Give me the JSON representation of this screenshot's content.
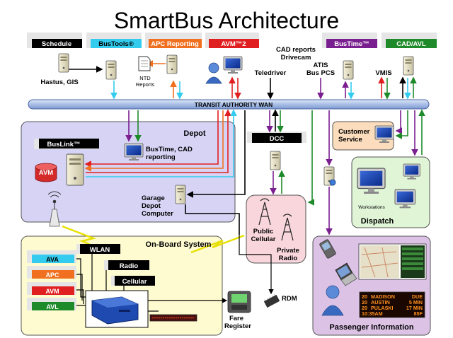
{
  "title": "SmartBus Architecture",
  "top_systems": [
    {
      "label": "Schedule",
      "color": "#000000",
      "text_color": "#ffffff"
    },
    {
      "label": "BusTools®",
      "color": "#33ccee",
      "text_color": "#000000"
    },
    {
      "label": "APC Reporting",
      "color": "#f07020",
      "text_color": "#ffffff"
    },
    {
      "label": "AVM™2",
      "color": "#e02020",
      "text_color": "#ffffff"
    },
    {
      "label": "BusTime™",
      "color": "#7a1f8f",
      "text_color": "#ffffff"
    },
    {
      "label": "CAD/AVL",
      "color": "#1f8a2a",
      "text_color": "#ffffff"
    }
  ],
  "labels": {
    "hastus": "Hastus, GIS",
    "ntd_line1": "NTD",
    "ntd_line2": "Reports",
    "cad_line1": "CAD reports",
    "cad_line2": "Drivecam",
    "teledriver": "Teledriver",
    "atis_line1": "ATIS",
    "atis_line2": "Bus PCS",
    "vmis": "VMIS",
    "wan": "TRANSIT AUTHORITY WAN",
    "depot": "Depot",
    "buslink": "BusLink™",
    "avm_db": "AVM",
    "bustime_cad_line1": "BusTime, CAD",
    "bustime_cad_line2": "reporting",
    "garage_line1": "Garage",
    "garage_line2": "Depot",
    "garage_line3": "Computer",
    "dcc": "DCC",
    "public_line1": "Public",
    "public_line2": "Cellular",
    "private_line1": "Private",
    "private_line2": "Radio",
    "customer_line1": "Customer",
    "customer_line2": "Service",
    "workstations": "Workstations",
    "dispatch": "Dispatch",
    "onboard": "On-Board System",
    "wlan": "WLAN",
    "radio": "Radio",
    "cellular": "Cellular",
    "rdm": "RDM",
    "fare_line1": "Fare",
    "fare_line2": "Register",
    "passenger_info": "Passenger Information"
  },
  "onboard_modules": [
    {
      "label": "AVA",
      "color": "#33ccee",
      "text_color": "#000000"
    },
    {
      "label": "APC",
      "color": "#f07020",
      "text_color": "#ffffff"
    },
    {
      "label": "AVM",
      "color": "#e02020",
      "text_color": "#ffffff"
    },
    {
      "label": "AVL",
      "color": "#1f8a2a",
      "text_color": "#ffffff"
    }
  ],
  "sign_rows": [
    {
      "route": "20",
      "dest": "MADISON",
      "time": "DUE"
    },
    {
      "route": "20",
      "dest": "AUSTIN",
      "time": "5 MIN"
    },
    {
      "route": "20",
      "dest": "PULASKI",
      "time": "17 MIN"
    },
    {
      "route": "",
      "dest": "10:35AM",
      "time": "85F"
    }
  ],
  "colors": {
    "cyan": "#33ccee",
    "orange": "#f07020",
    "red": "#e02020",
    "purple": "#7a1f8f",
    "green": "#1f8a2a",
    "wan": "#a9bfe6",
    "depot_bg": "#d6d3f5",
    "onboard_bg": "#fffbd0",
    "dispatch_bg": "#dff5d6",
    "passenger_bg": "#dcc3e6",
    "cellular_bg": "#f8d6dc",
    "customer_bg": "#fbdcbc"
  }
}
